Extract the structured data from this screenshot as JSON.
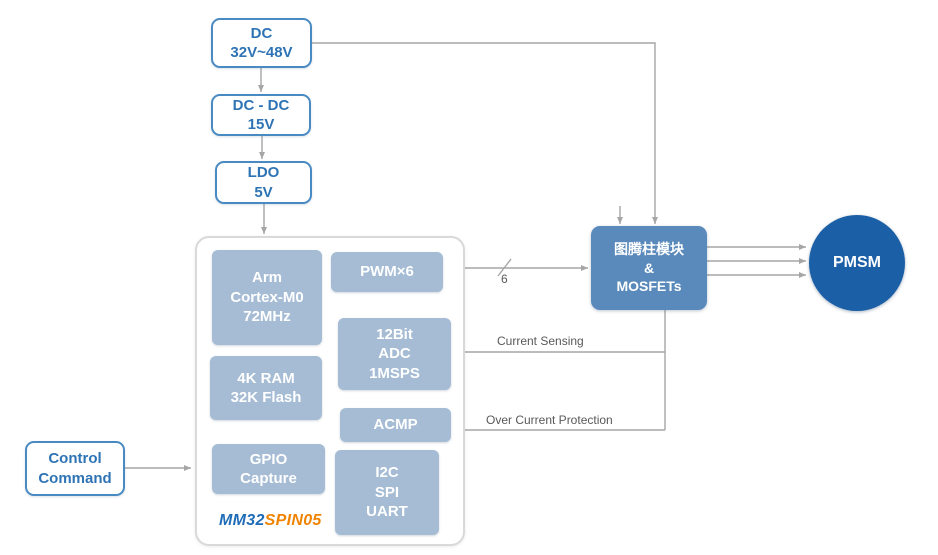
{
  "diagram": {
    "power": {
      "dc": {
        "lines": [
          "DC",
          "32V~48V"
        ]
      },
      "dcdc": {
        "lines": [
          "DC - DC",
          "15V"
        ]
      },
      "ldo": {
        "lines": [
          "LDO",
          "5V"
        ]
      }
    },
    "control_command": {
      "lines": [
        "Control",
        "Command"
      ]
    },
    "mcu": {
      "arm": {
        "lines": [
          "Arm",
          "Cortex-M0",
          "72MHz"
        ]
      },
      "pwm": {
        "lines": [
          "PWM×6"
        ]
      },
      "adc": {
        "lines": [
          "12Bit",
          "ADC",
          "1MSPS"
        ]
      },
      "ram": {
        "lines": [
          "4K RAM",
          "32K Flash"
        ]
      },
      "acmp": {
        "lines": [
          "ACMP"
        ]
      },
      "gpio": {
        "lines": [
          "GPIO",
          "Capture"
        ]
      },
      "comm": {
        "lines": [
          "I2C",
          "SPI",
          "UART"
        ]
      },
      "brand": {
        "part1": "MM32",
        "part2": "SPIN05"
      }
    },
    "driver": {
      "lines": [
        "图腾柱模块",
        "&",
        "MOSFETs"
      ]
    },
    "motor": {
      "label": "PMSM"
    },
    "annotations": {
      "pwm_count": "6",
      "current_sensing": "Current Sensing",
      "over_current": "Over Current Protection"
    },
    "colors": {
      "outline_border": "#4a8ac2",
      "outline_text": "#2e74b5",
      "chip_fill": "#a5bcd4",
      "driver_fill": "#5a8abb",
      "motor_fill": "#1b5fa6",
      "wire": "#a6a6a6",
      "brand_blue": "#1f6cb8",
      "brand_orange": "#f08300"
    }
  }
}
